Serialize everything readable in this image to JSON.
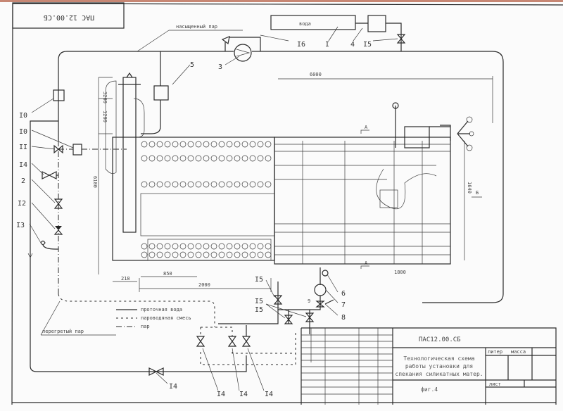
{
  "drawing": {
    "stamp_code": "ПАС 12.00.СБ",
    "steam_line_label": "насыщенный пар",
    "superheated_label": "перегретый пар",
    "water_tank_label": "вода",
    "dimensions": {
      "length_top": "6000",
      "length_bottom": "2000",
      "d850": "850",
      "d218": "218",
      "d1800": "1800",
      "h3200": "3200",
      "h1200": "1200",
      "h6100": "6100",
      "h1640": "1640"
    },
    "section_marks": {
      "a_top": "А",
      "a_bottom": "А",
      "b": "Б"
    },
    "callouts": {
      "c1": "I",
      "c2": "2",
      "c3": "3",
      "c4": "4",
      "c5": "5",
      "c6": "6",
      "c7": "7",
      "c8": "8",
      "c9": "9",
      "c10a": "I0",
      "c10b": "I0",
      "c11": "II",
      "c12": "I2",
      "c13": "I3",
      "c14a": "I4",
      "c14b": "I4",
      "c14c": "I4",
      "c14d": "I4",
      "c14e": "I4",
      "c15a": "I5",
      "c15b": "I5",
      "c15c": "I5",
      "c15d": "I5",
      "c16": "I6"
    },
    "legend": [
      {
        "style": "solid",
        "label": "проточная вода"
      },
      {
        "style": "dotted",
        "label": "пароводяная смесь"
      },
      {
        "style": "dash-dot",
        "label": "пар"
      }
    ]
  },
  "title_block": {
    "code": "ПАС12.00.СБ",
    "description_lines": [
      "Технологическая схема",
      "работы установки для",
      "спекания силикатных матер."
    ],
    "figure": "фиг.4",
    "litera_label": "литер",
    "mass_label": "масса",
    "sheet_label": "лист"
  },
  "colors": {
    "line": "#2a2a2a",
    "paper": "#fbfbfb",
    "scan_edge": "#b0553a"
  }
}
